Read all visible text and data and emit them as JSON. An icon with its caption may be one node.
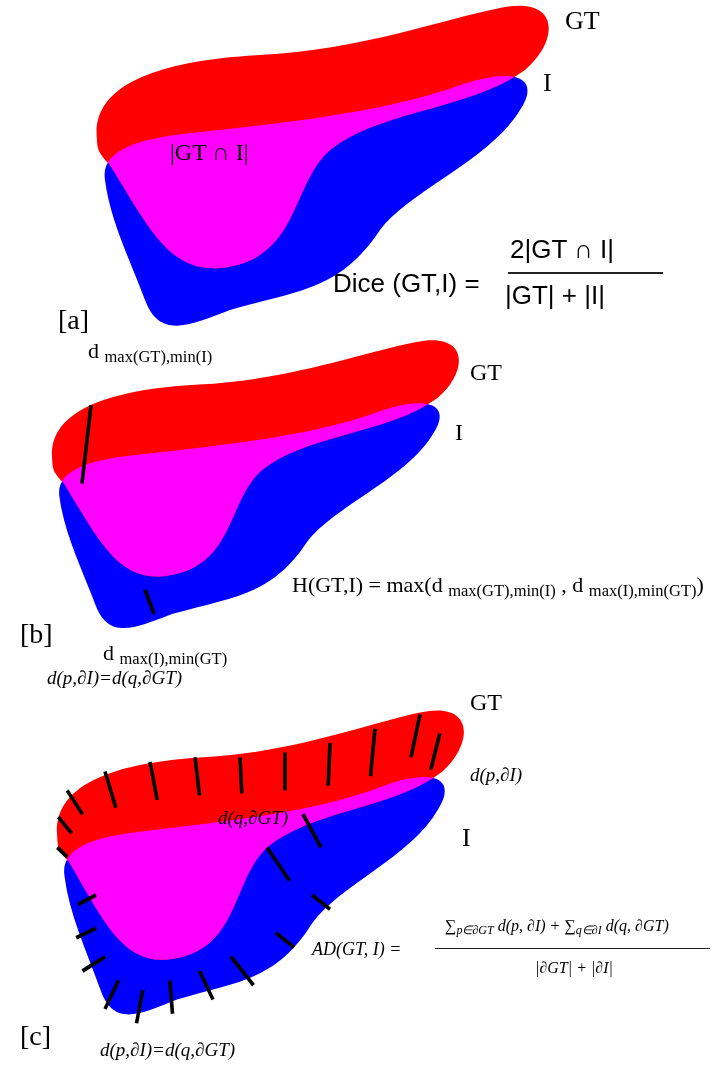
{
  "diagram": {
    "labels": [
      "GT",
      "I",
      "|GT ∩ I|",
      "Dice (GT,I) =",
      "2|GT ∩ I|",
      "|GT| + |I|",
      "[a]",
      "d $_{max(GT),min(I)}$",
      "GT",
      "I",
      "H(GT,I) = max(d $_{max(GT),min(I)}$ , d $_{max(I),min(GT)}$)",
      "[b]",
      "d $_{max(I),min(GT)}$",
      "d(p,∂I)=d(q,∂GT)",
      "GT",
      "d(p,∂I)",
      "d(q,∂GT)",
      "I",
      "AD(GT, I) =",
      "∑$_{p∈∂GT}$ d(p, ∂I) + ∑$_{q∈∂I}$ d(q, ∂GT)",
      "|∂GT| + |∂I|",
      "[c]",
      "d(p,∂I)=d(q,∂GT)"
    ]
  }
}
